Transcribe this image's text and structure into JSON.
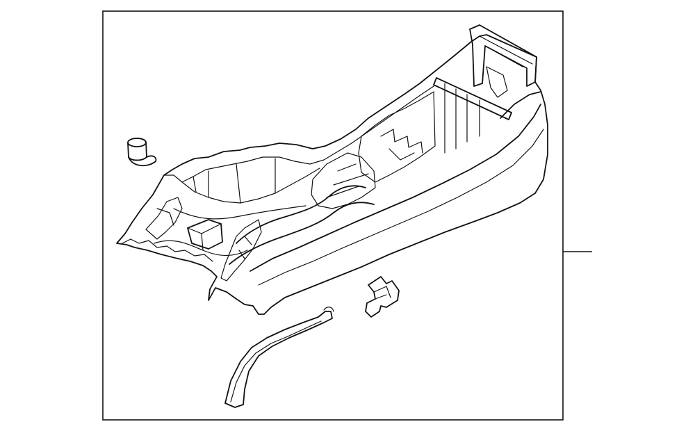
{
  "diagram": {
    "kind": "parts-exploded-view",
    "callouts": [],
    "parts": [
      {
        "id": "console-assembly",
        "label": ""
      },
      {
        "id": "push-clip",
        "label": ""
      },
      {
        "id": "bracket",
        "label": ""
      },
      {
        "id": "side-trim-strip",
        "label": ""
      }
    ],
    "colors": {
      "line": "#111111",
      "background": "#ffffff",
      "frame": "#111111"
    }
  }
}
